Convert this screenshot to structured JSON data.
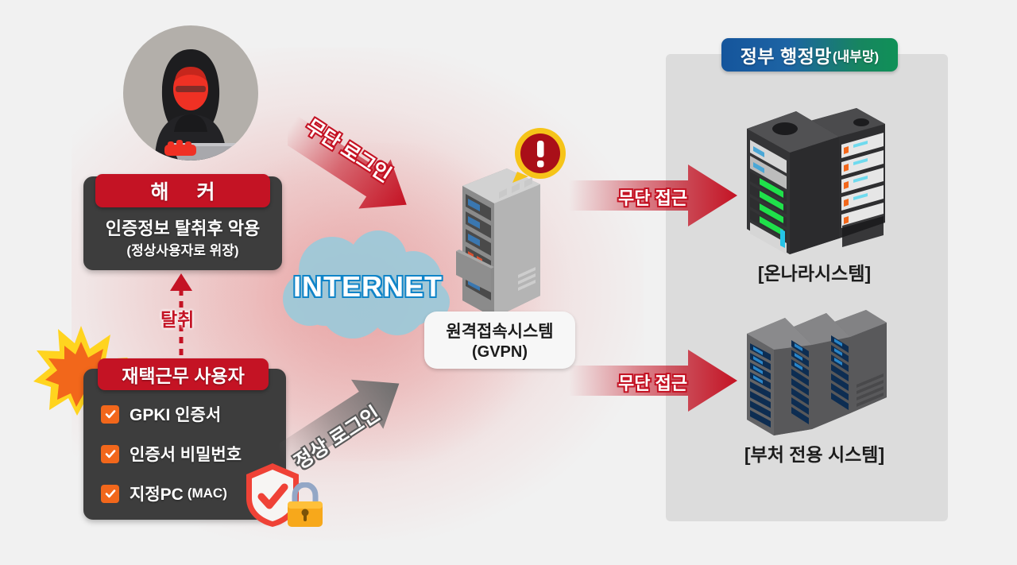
{
  "government": {
    "badge_main": "정부 행정망",
    "badge_sub": "(내부망)",
    "badge_gradient_from": "#15559c",
    "badge_gradient_to": "#0f9157",
    "systems": [
      {
        "label": "[온나라시스템]",
        "icon": "server-rack-icon"
      },
      {
        "label": "[부처 전용 시스템]",
        "icon": "server-rack-icon"
      }
    ]
  },
  "hacker": {
    "title": "해 커",
    "line1": "인증정보 탈취후 악용",
    "line2": "(정상사용자로 위장)",
    "avatar_icon": "hooded-hacker-icon",
    "accent": "#c41324"
  },
  "remote_user": {
    "title": "재택근무 사용자",
    "credentials": [
      {
        "label": "GPKI 인증서",
        "sub": "",
        "checked": true
      },
      {
        "label": "인증서 비밀번호",
        "sub": "",
        "checked": true
      },
      {
        "label": "지정PC",
        "sub": "(MAC)",
        "checked": true
      }
    ],
    "checkbox_color": "#f2671b",
    "shield_icon": "shield-check-icon",
    "lock_icon": "padlock-icon",
    "burst_icon": "explosion-burst-icon"
  },
  "internet": {
    "label": "INTERNET",
    "cloud_icon": "cloud-icon",
    "outline_color": "#0f84c8"
  },
  "gvpn": {
    "name": "원격접속시스템",
    "code": "(GVPN)",
    "server_icon": "server-tower-icon",
    "warning_icon": "warning-exclamation-icon"
  },
  "arrows": [
    {
      "label": "무단 로그인",
      "style": "red",
      "name": "arrow-unauthorized-login"
    },
    {
      "label": "정상 로그인",
      "style": "gray",
      "name": "arrow-normal-login"
    },
    {
      "label": "탈취",
      "style": "dashed-red",
      "name": "arrow-credential-theft"
    },
    {
      "label": "무단 접근",
      "style": "red",
      "name": "arrow-unauthorized-access-1"
    },
    {
      "label": "무단 접근",
      "style": "red",
      "name": "arrow-unauthorized-access-2"
    }
  ]
}
